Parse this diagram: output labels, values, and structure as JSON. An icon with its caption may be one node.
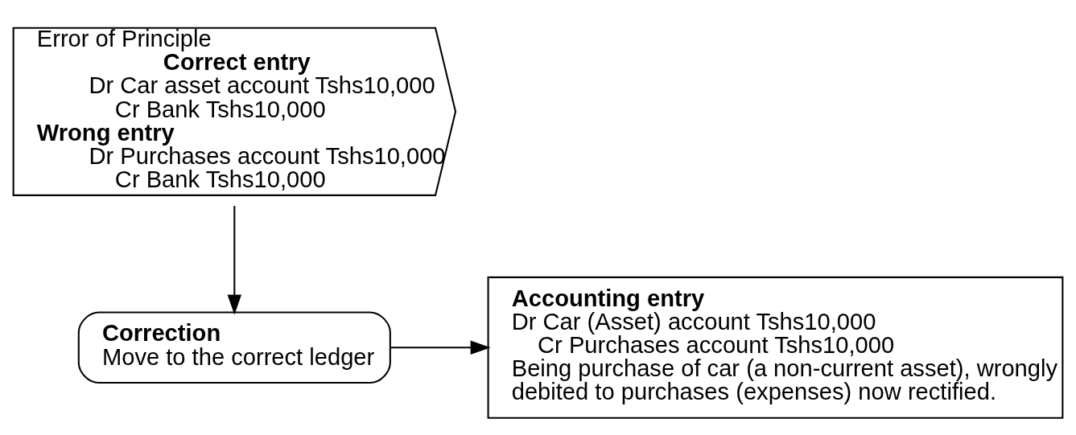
{
  "diagram": {
    "nodes": [
      {
        "text": [
          "Error of Principle",
          "Correct entry",
          "Dr Car asset account Tshs10,000",
          "Cr Bank Tshs10,000",
          "Wrong entry",
          "Dr Purchases account Tshs10,000",
          "Cr Bank Tshs10,000"
        ]
      },
      {
        "text": [
          "Correction",
          "Move to the correct ledger"
        ]
      },
      {
        "text": [
          "Accounting entry",
          "Dr Car (Asset) account Tshs10,000",
          "Cr Purchases account Tshs10,000",
          "Being purchase of car (a non-current asset), wrongly debited to purchases (expenses) now rectified."
        ]
      }
    ],
    "edges": [
      {
        "from": 0,
        "to": 1,
        "arrow": "to"
      },
      {
        "from": 1,
        "to": 2,
        "arrow": "to"
      }
    ]
  }
}
